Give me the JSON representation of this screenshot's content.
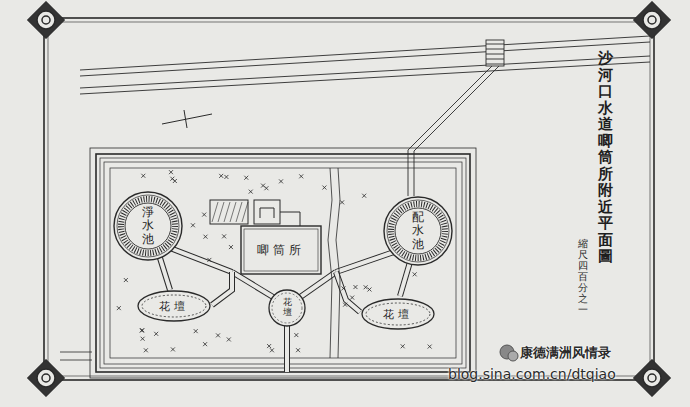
{
  "diagram": {
    "title": "沙河口水道唧筒所附近平面圖",
    "caption": "縮尺四百分之一",
    "nodes": [
      {
        "text": [
          "淨水池"
        ]
      },
      {
        "text": [
          "唧筒所"
        ]
      },
      {
        "text": [
          "配水池"
        ]
      },
      {
        "text": [
          "花壇"
        ]
      },
      {
        "text": [
          "花壇"
        ]
      },
      {
        "text": [
          "花壇"
        ]
      }
    ],
    "labels": [
      "康德满洲风情录",
      "blog.sina.com.cn/dtqiao"
    ]
  }
}
